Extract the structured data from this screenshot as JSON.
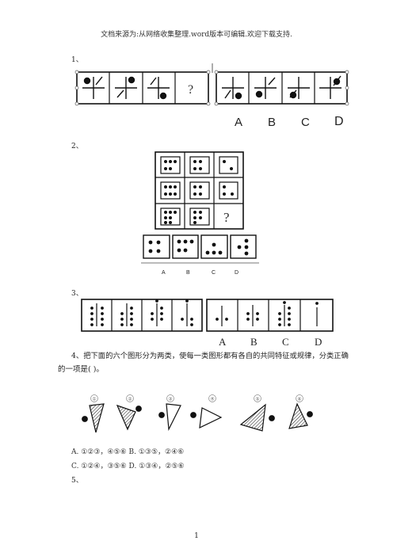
{
  "header": {
    "text": "文档来源为:从网络收集整理.word版本可编辑.欢迎下载支持."
  },
  "q1": {
    "number": "1、",
    "question_mark": "?",
    "options": [
      "A",
      "B",
      "C",
      "D"
    ]
  },
  "q2": {
    "number": "2、",
    "question_mark": "?",
    "options": [
      "A",
      "B",
      "C",
      "D"
    ]
  },
  "q3": {
    "number": "3、",
    "options": [
      "A",
      "B",
      "C",
      "D"
    ]
  },
  "q4": {
    "text_line1": "4、把下面的六个图形分为两类，使每一类图形都有各自的共同特征或规律，分类正确",
    "text_line2": "的一项是( )。",
    "figure_labels": [
      "①",
      "②",
      "③",
      "④",
      "⑤",
      "⑥"
    ],
    "choice_line1": "A. ①②③，④⑤⑥ B. ①③⑤，②④⑥",
    "choice_line2": "C. ①②④，③⑤⑥ D. ①③④，②⑤⑥"
  },
  "q5": {
    "number": "5、"
  },
  "footer": {
    "page_number": "1"
  }
}
